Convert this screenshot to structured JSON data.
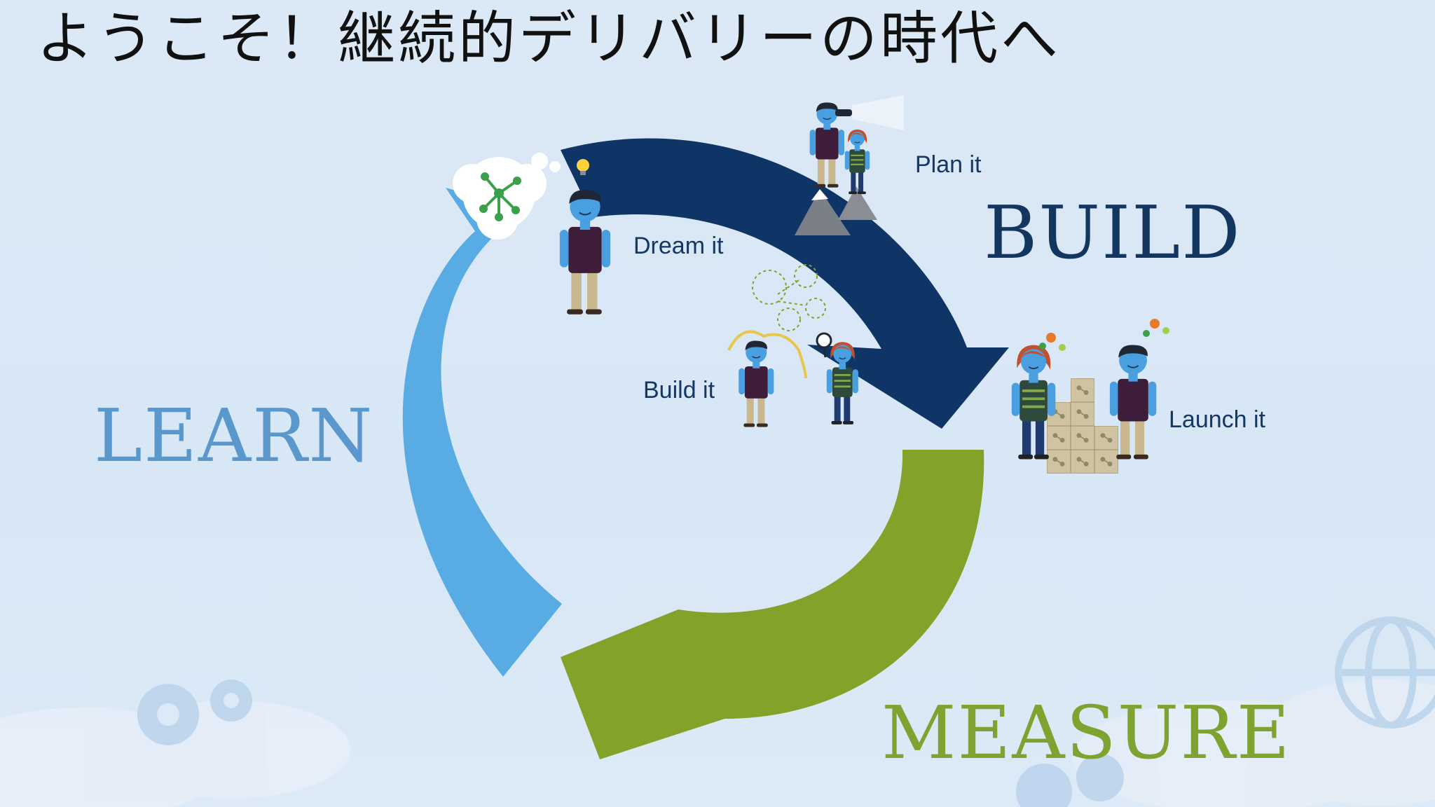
{
  "title": "ようこそ！継続的デリバリーの時代へ",
  "phases": {
    "build": "BUILD",
    "learn": "LEARN",
    "measure": "MEASURE"
  },
  "steps": {
    "dream": "Dream it",
    "plan": "Plan it",
    "build": "Build it",
    "launch": "Launch it"
  },
  "colors": {
    "background": "#d9e8f6",
    "build_arrow": "#0f3466",
    "measure_arrow": "#83a22a",
    "learn_arrow": "#58ace3",
    "figure_skin": "#4a9fe0",
    "shirt": "#3d1d3a",
    "pants": "#c9b88e"
  },
  "icons": [
    "thought-bubble-network-icon",
    "lightbulb-icon",
    "binoculars-icon",
    "mountain-icon",
    "magnifier-icon",
    "product-box-icon",
    "gear-icon",
    "cloud-icon",
    "globe-icon"
  ]
}
